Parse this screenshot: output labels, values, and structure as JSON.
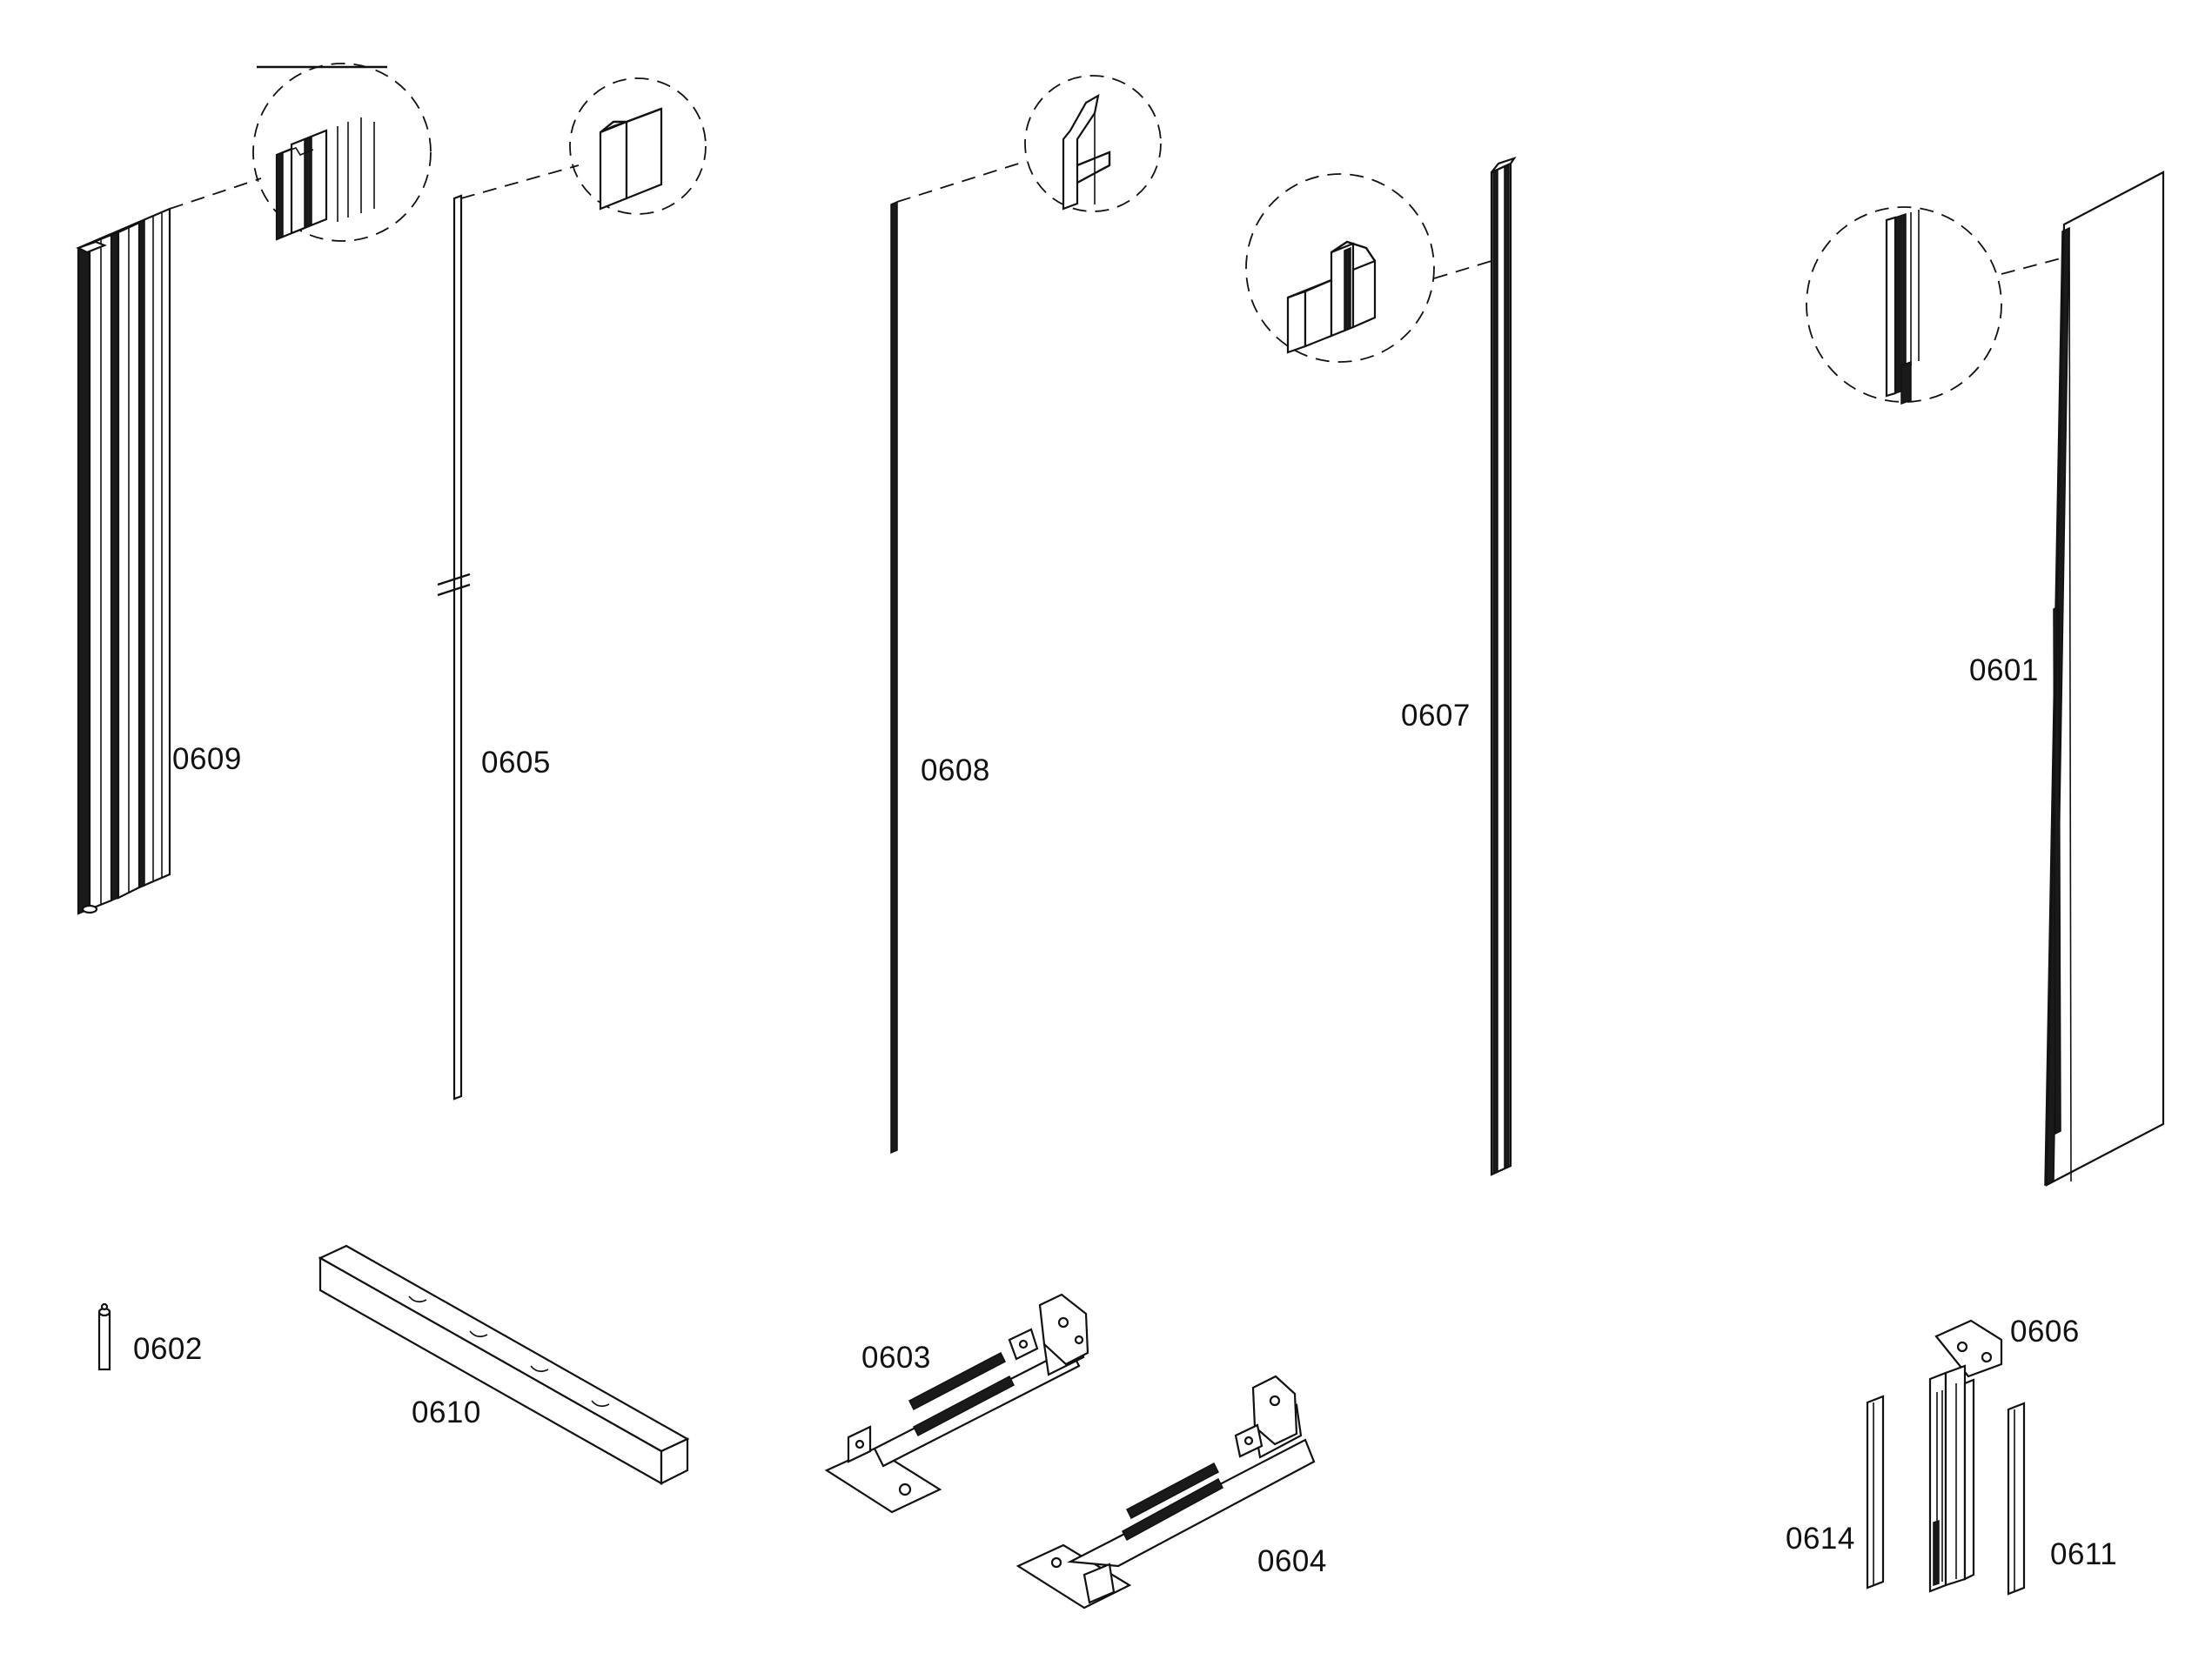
{
  "parts": {
    "p0601": "0601",
    "p0602": "0602",
    "p0603": "0603",
    "p0604": "0604",
    "p0605": "0605",
    "p0606": "0606",
    "p0607": "0607",
    "p0608": "0608",
    "p0609": "0609",
    "p0610": "0610",
    "p0611": "0611",
    "p0614": "0614"
  }
}
